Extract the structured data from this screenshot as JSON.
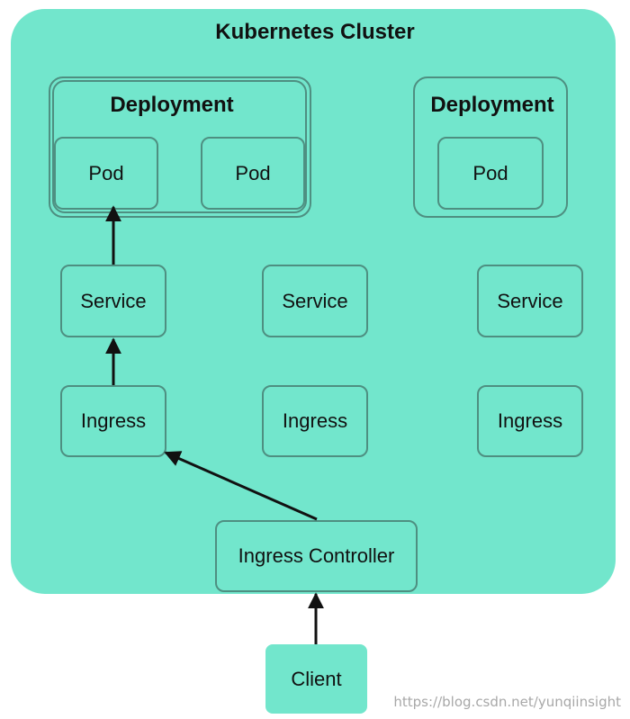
{
  "cluster": {
    "title": "Kubernetes Cluster"
  },
  "deployments": [
    {
      "label": "Deployment",
      "pods": [
        "Pod",
        "Pod"
      ]
    },
    {
      "label": "Deployment",
      "pods": [
        "Pod"
      ]
    }
  ],
  "services": [
    "Service",
    "Service",
    "Service"
  ],
  "ingresses": [
    "Ingress",
    "Ingress",
    "Ingress"
  ],
  "ingress_controller": {
    "label": "Ingress Controller"
  },
  "client": {
    "label": "Client"
  },
  "watermark": {
    "text": "https://blog.csdn.net/yunqiinsight"
  },
  "colors": {
    "cluster_fill": "#72e6cc",
    "box_border": "#4e8f81",
    "arrow": "#111111",
    "text": "#111111"
  }
}
